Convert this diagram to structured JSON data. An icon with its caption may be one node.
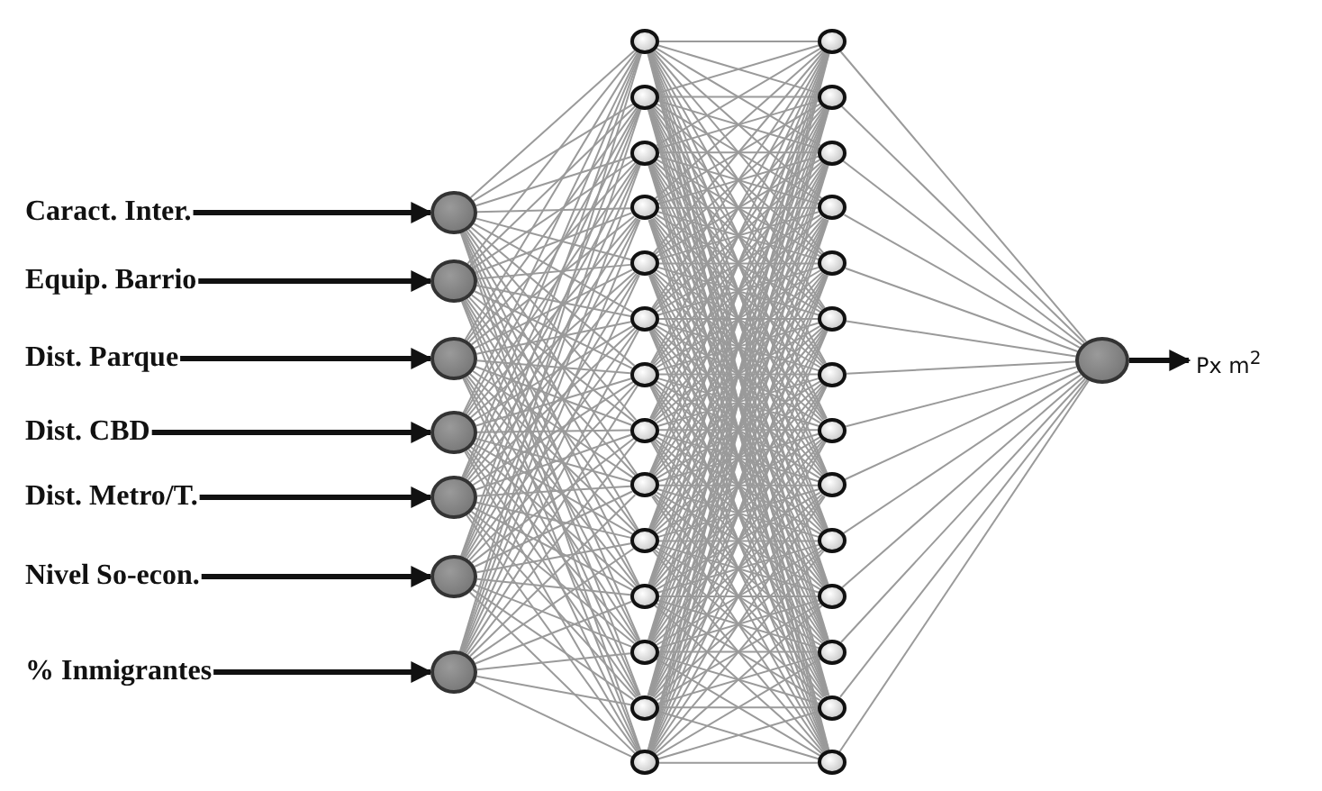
{
  "diagram": {
    "nodes": [
      {
        "text": [
          "Caract. Inter."
        ]
      },
      {
        "text": [
          "Equip. Barrio"
        ]
      },
      {
        "text": [
          "Dist. Parque"
        ]
      },
      {
        "text": [
          "Dist. CBD"
        ]
      },
      {
        "text": [
          "Dist. Metro/T."
        ]
      },
      {
        "text": [
          "Nivel So-econ."
        ]
      },
      {
        "text": [
          "% Inmigrantes"
        ]
      },
      {
        "text": [],
        "shape": "circle"
      },
      {
        "text": [],
        "shape": "circle"
      },
      {
        "text": [],
        "shape": "circle"
      },
      {
        "text": [],
        "shape": "circle"
      },
      {
        "text": [],
        "shape": "circle"
      },
      {
        "text": [],
        "shape": "circle"
      },
      {
        "text": [],
        "shape": "circle"
      },
      {
        "text": [],
        "shape": "circle"
      },
      {
        "text": [],
        "shape": "circle"
      },
      {
        "text": [],
        "shape": "circle"
      },
      {
        "text": [],
        "shape": "circle"
      },
      {
        "text": [],
        "shape": "circle"
      },
      {
        "text": [],
        "shape": "circle"
      },
      {
        "text": [],
        "shape": "circle"
      },
      {
        "text": [],
        "shape": "circle"
      },
      {
        "text": [],
        "shape": "circle"
      },
      {
        "text": [],
        "shape": "circle"
      },
      {
        "text": [],
        "shape": "circle"
      },
      {
        "text": [],
        "shape": "circle"
      },
      {
        "text": [],
        "shape": "circle"
      },
      {
        "text": [],
        "shape": "circle"
      },
      {
        "text": [],
        "shape": "circle"
      },
      {
        "text": [],
        "shape": "circle"
      },
      {
        "text": [],
        "shape": "circle"
      },
      {
        "text": [],
        "shape": "circle"
      },
      {
        "text": [],
        "shape": "circle"
      },
      {
        "text": [],
        "shape": "circle"
      },
      {
        "text": [],
        "shape": "circle"
      },
      {
        "text": [],
        "shape": "circle"
      },
      {
        "text": [],
        "shape": "circle"
      },
      {
        "text": [],
        "shape": "circle"
      },
      {
        "text": [],
        "shape": "circle"
      },
      {
        "text": [],
        "shape": "circle"
      },
      {
        "text": [],
        "shape": "circle"
      },
      {
        "text": [],
        "shape": "circle"
      },
      {
        "text": [],
        "shape": "circle"
      },
      {
        "text": [
          "Px m$^{2}$"
        ]
      }
    ],
    "edges": [
      {
        "from": 0,
        "to": 7,
        "arrow": "to",
        "style": "thick",
        "color": "#111111"
      },
      {
        "from": 1,
        "to": 8,
        "arrow": "to",
        "style": "thick",
        "color": "#111111"
      },
      {
        "from": 2,
        "to": 9,
        "arrow": "to",
        "style": "thick",
        "color": "#111111"
      },
      {
        "from": 3,
        "to": 10,
        "arrow": "to",
        "style": "thick",
        "color": "#111111"
      },
      {
        "from": 4,
        "to": 11,
        "arrow": "to",
        "style": "thick",
        "color": "#111111"
      },
      {
        "from": 5,
        "to": 12,
        "arrow": "to",
        "style": "thick",
        "color": "#111111"
      },
      {
        "from": 6,
        "to": 13,
        "arrow": "to",
        "style": "thick",
        "color": "#111111"
      },
      {
        "from": 7,
        "to": 14,
        "arrow": "none"
      },
      {
        "from": 7,
        "to": 15,
        "arrow": "none"
      },
      {
        "from": 7,
        "to": 16,
        "arrow": "none"
      },
      {
        "from": 7,
        "to": 17,
        "arrow": "none"
      },
      {
        "from": 7,
        "to": 18,
        "arrow": "none"
      },
      {
        "from": 7,
        "to": 19,
        "arrow": "none"
      },
      {
        "from": 7,
        "to": 20,
        "arrow": "none"
      },
      {
        "from": 7,
        "to": 21,
        "arrow": "none"
      },
      {
        "from": 7,
        "to": 22,
        "arrow": "none"
      },
      {
        "from": 7,
        "to": 23,
        "arrow": "none"
      },
      {
        "from": 7,
        "to": 24,
        "arrow": "none"
      },
      {
        "from": 7,
        "to": 25,
        "arrow": "none"
      },
      {
        "from": 7,
        "to": 26,
        "arrow": "none"
      },
      {
        "from": 7,
        "to": 27,
        "arrow": "none"
      },
      {
        "from": 8,
        "to": 14,
        "arrow": "none"
      },
      {
        "from": 8,
        "to": 15,
        "arrow": "none"
      },
      {
        "from": 8,
        "to": 16,
        "arrow": "none"
      },
      {
        "from": 8,
        "to": 17,
        "arrow": "none"
      },
      {
        "from": 8,
        "to": 18,
        "arrow": "none"
      },
      {
        "from": 8,
        "to": 19,
        "arrow": "none"
      },
      {
        "from": 8,
        "to": 20,
        "arrow": "none"
      },
      {
        "from": 8,
        "to": 21,
        "arrow": "none"
      },
      {
        "from": 8,
        "to": 22,
        "arrow": "none"
      },
      {
        "from": 8,
        "to": 23,
        "arrow": "none"
      },
      {
        "from": 8,
        "to": 24,
        "arrow": "none"
      },
      {
        "from": 8,
        "to": 25,
        "arrow": "none"
      },
      {
        "from": 8,
        "to": 26,
        "arrow": "none"
      },
      {
        "from": 8,
        "to": 27,
        "arrow": "none"
      },
      {
        "from": 9,
        "to": 14,
        "arrow": "none"
      },
      {
        "from": 9,
        "to": 15,
        "arrow": "none"
      },
      {
        "from": 9,
        "to": 16,
        "arrow": "none"
      },
      {
        "from": 9,
        "to": 17,
        "arrow": "none"
      },
      {
        "from": 9,
        "to": 18,
        "arrow": "none"
      },
      {
        "from": 9,
        "to": 19,
        "arrow": "none"
      },
      {
        "from": 9,
        "to": 20,
        "arrow": "none"
      },
      {
        "from": 9,
        "to": 21,
        "arrow": "none"
      },
      {
        "from": 9,
        "to": 22,
        "arrow": "none"
      },
      {
        "from": 9,
        "to": 23,
        "arrow": "none"
      },
      {
        "from": 9,
        "to": 24,
        "arrow": "none"
      },
      {
        "from": 9,
        "to": 25,
        "arrow": "none"
      },
      {
        "from": 9,
        "to": 26,
        "arrow": "none"
      },
      {
        "from": 9,
        "to": 27,
        "arrow": "none"
      },
      {
        "from": 10,
        "to": 14,
        "arrow": "none"
      },
      {
        "from": 10,
        "to": 15,
        "arrow": "none"
      },
      {
        "from": 10,
        "to": 16,
        "arrow": "none"
      },
      {
        "from": 10,
        "to": 17,
        "arrow": "none"
      },
      {
        "from": 10,
        "to": 18,
        "arrow": "none"
      },
      {
        "from": 10,
        "to": 19,
        "arrow": "none"
      },
      {
        "from": 10,
        "to": 20,
        "arrow": "none"
      },
      {
        "from": 10,
        "to": 21,
        "arrow": "none"
      },
      {
        "from": 10,
        "to": 22,
        "arrow": "none"
      },
      {
        "from": 10,
        "to": 23,
        "arrow": "none"
      },
      {
        "from": 10,
        "to": 24,
        "arrow": "none"
      },
      {
        "from": 10,
        "to": 25,
        "arrow": "none"
      },
      {
        "from": 10,
        "to": 26,
        "arrow": "none"
      },
      {
        "from": 10,
        "to": 27,
        "arrow": "none"
      },
      {
        "from": 11,
        "to": 14,
        "arrow": "none"
      },
      {
        "from": 11,
        "to": 15,
        "arrow": "none"
      },
      {
        "from": 11,
        "to": 16,
        "arrow": "none"
      },
      {
        "from": 11,
        "to": 17,
        "arrow": "none"
      },
      {
        "from": 11,
        "to": 18,
        "arrow": "none"
      },
      {
        "from": 11,
        "to": 19,
        "arrow": "none"
      },
      {
        "from": 11,
        "to": 20,
        "arrow": "none"
      },
      {
        "from": 11,
        "to": 21,
        "arrow": "none"
      },
      {
        "from": 11,
        "to": 22,
        "arrow": "none"
      },
      {
        "from": 11,
        "to": 23,
        "arrow": "none"
      },
      {
        "from": 11,
        "to": 24,
        "arrow": "none"
      },
      {
        "from": 11,
        "to": 25,
        "arrow": "none"
      },
      {
        "from": 11,
        "to": 26,
        "arrow": "none"
      },
      {
        "from": 11,
        "to": 27,
        "arrow": "none"
      },
      {
        "from": 12,
        "to": 14,
        "arrow": "none"
      },
      {
        "from": 12,
        "to": 15,
        "arrow": "none"
      },
      {
        "from": 12,
        "to": 16,
        "arrow": "none"
      },
      {
        "from": 12,
        "to": 17,
        "arrow": "none"
      },
      {
        "from": 12,
        "to": 18,
        "arrow": "none"
      },
      {
        "from": 12,
        "to": 19,
        "arrow": "none"
      },
      {
        "from": 12,
        "to": 20,
        "arrow": "none"
      },
      {
        "from": 12,
        "to": 21,
        "arrow": "none"
      },
      {
        "from": 12,
        "to": 22,
        "arrow": "none"
      },
      {
        "from": 12,
        "to": 23,
        "arrow": "none"
      },
      {
        "from": 12,
        "to": 24,
        "arrow": "none"
      },
      {
        "from": 12,
        "to": 25,
        "arrow": "none"
      },
      {
        "from": 12,
        "to": 26,
        "arrow": "none"
      },
      {
        "from": 12,
        "to": 27,
        "arrow": "none"
      },
      {
        "from": 13,
        "to": 14,
        "arrow": "none"
      },
      {
        "from": 13,
        "to": 15,
        "arrow": "none"
      },
      {
        "from": 13,
        "to": 16,
        "arrow": "none"
      },
      {
        "from": 13,
        "to": 17,
        "arrow": "none"
      },
      {
        "from": 13,
        "to": 18,
        "arrow": "none"
      },
      {
        "from": 13,
        "to": 19,
        "arrow": "none"
      },
      {
        "from": 13,
        "to": 20,
        "arrow": "none"
      },
      {
        "from": 13,
        "to": 21,
        "arrow": "none"
      },
      {
        "from": 13,
        "to": 22,
        "arrow": "none"
      },
      {
        "from": 13,
        "to": 23,
        "arrow": "none"
      },
      {
        "from": 13,
        "to": 24,
        "arrow": "none"
      },
      {
        "from": 13,
        "to": 25,
        "arrow": "none"
      },
      {
        "from": 13,
        "to": 26,
        "arrow": "none"
      },
      {
        "from": 13,
        "to": 27,
        "arrow": "none"
      },
      {
        "from": 14,
        "to": 28,
        "arrow": "none"
      },
      {
        "from": 14,
        "to": 29,
        "arrow": "none"
      },
      {
        "from": 14,
        "to": 30,
        "arrow": "none"
      },
      {
        "from": 14,
        "to": 31,
        "arrow": "none"
      },
      {
        "from": 14,
        "to": 32,
        "arrow": "none"
      },
      {
        "from": 14,
        "to": 33,
        "arrow": "none"
      },
      {
        "from": 14,
        "to": 34,
        "arrow": "none"
      },
      {
        "from": 14,
        "to": 35,
        "arrow": "none"
      },
      {
        "from": 14,
        "to": 36,
        "arrow": "none"
      },
      {
        "from": 14,
        "to": 37,
        "arrow": "none"
      },
      {
        "from": 14,
        "to": 38,
        "arrow": "none"
      },
      {
        "from": 14,
        "to": 39,
        "arrow": "none"
      },
      {
        "from": 14,
        "to": 40,
        "arrow": "none"
      },
      {
        "from": 14,
        "to": 41,
        "arrow": "none"
      },
      {
        "from": 15,
        "to": 28,
        "arrow": "none"
      },
      {
        "from": 15,
        "to": 29,
        "arrow": "none"
      },
      {
        "from": 15,
        "to": 30,
        "arrow": "none"
      },
      {
        "from": 15,
        "to": 31,
        "arrow": "none"
      },
      {
        "from": 15,
        "to": 32,
        "arrow": "none"
      },
      {
        "from": 15,
        "to": 33,
        "arrow": "none"
      },
      {
        "from": 15,
        "to": 34,
        "arrow": "none"
      },
      {
        "from": 15,
        "to": 35,
        "arrow": "none"
      },
      {
        "from": 15,
        "to": 36,
        "arrow": "none"
      },
      {
        "from": 15,
        "to": 37,
        "arrow": "none"
      },
      {
        "from": 15,
        "to": 38,
        "arrow": "none"
      },
      {
        "from": 15,
        "to": 39,
        "arrow": "none"
      },
      {
        "from": 15,
        "to": 40,
        "arrow": "none"
      },
      {
        "from": 15,
        "to": 41,
        "arrow": "none"
      },
      {
        "from": 16,
        "to": 28,
        "arrow": "none"
      },
      {
        "from": 16,
        "to": 29,
        "arrow": "none"
      },
      {
        "from": 16,
        "to": 30,
        "arrow": "none"
      },
      {
        "from": 16,
        "to": 31,
        "arrow": "none"
      },
      {
        "from": 16,
        "to": 32,
        "arrow": "none"
      },
      {
        "from": 16,
        "to": 33,
        "arrow": "none"
      },
      {
        "from": 16,
        "to": 34,
        "arrow": "none"
      },
      {
        "from": 16,
        "to": 35,
        "arrow": "none"
      },
      {
        "from": 16,
        "to": 36,
        "arrow": "none"
      },
      {
        "from": 16,
        "to": 37,
        "arrow": "none"
      },
      {
        "from": 16,
        "to": 38,
        "arrow": "none"
      },
      {
        "from": 16,
        "to": 39,
        "arrow": "none"
      },
      {
        "from": 16,
        "to": 40,
        "arrow": "none"
      },
      {
        "from": 16,
        "to": 41,
        "arrow": "none"
      },
      {
        "from": 17,
        "to": 28,
        "arrow": "none"
      },
      {
        "from": 17,
        "to": 29,
        "arrow": "none"
      },
      {
        "from": 17,
        "to": 30,
        "arrow": "none"
      },
      {
        "from": 17,
        "to": 31,
        "arrow": "none"
      },
      {
        "from": 17,
        "to": 32,
        "arrow": "none"
      },
      {
        "from": 17,
        "to": 33,
        "arrow": "none"
      },
      {
        "from": 17,
        "to": 34,
        "arrow": "none"
      },
      {
        "from": 17,
        "to": 35,
        "arrow": "none"
      },
      {
        "from": 17,
        "to": 36,
        "arrow": "none"
      },
      {
        "from": 17,
        "to": 37,
        "arrow": "none"
      },
      {
        "from": 17,
        "to": 38,
        "arrow": "none"
      },
      {
        "from": 17,
        "to": 39,
        "arrow": "none"
      },
      {
        "from": 17,
        "to": 40,
        "arrow": "none"
      },
      {
        "from": 17,
        "to": 41,
        "arrow": "none"
      },
      {
        "from": 18,
        "to": 28,
        "arrow": "none"
      },
      {
        "from": 18,
        "to": 29,
        "arrow": "none"
      },
      {
        "from": 18,
        "to": 30,
        "arrow": "none"
      },
      {
        "from": 18,
        "to": 31,
        "arrow": "none"
      },
      {
        "from": 18,
        "to": 32,
        "arrow": "none"
      },
      {
        "from": 18,
        "to": 33,
        "arrow": "none"
      },
      {
        "from": 18,
        "to": 34,
        "arrow": "none"
      },
      {
        "from": 18,
        "to": 35,
        "arrow": "none"
      },
      {
        "from": 18,
        "to": 36,
        "arrow": "none"
      },
      {
        "from": 18,
        "to": 37,
        "arrow": "none"
      },
      {
        "from": 18,
        "to": 38,
        "arrow": "none"
      },
      {
        "from": 18,
        "to": 39,
        "arrow": "none"
      },
      {
        "from": 18,
        "to": 40,
        "arrow": "none"
      },
      {
        "from": 18,
        "to": 41,
        "arrow": "none"
      },
      {
        "from": 19,
        "to": 28,
        "arrow": "none"
      },
      {
        "from": 19,
        "to": 29,
        "arrow": "none"
      },
      {
        "from": 19,
        "to": 30,
        "arrow": "none"
      },
      {
        "from": 19,
        "to": 31,
        "arrow": "none"
      },
      {
        "from": 19,
        "to": 32,
        "arrow": "none"
      },
      {
        "from": 19,
        "to": 33,
        "arrow": "none"
      },
      {
        "from": 19,
        "to": 34,
        "arrow": "none"
      },
      {
        "from": 19,
        "to": 35,
        "arrow": "none"
      },
      {
        "from": 19,
        "to": 36,
        "arrow": "none"
      },
      {
        "from": 19,
        "to": 37,
        "arrow": "none"
      },
      {
        "from": 19,
        "to": 38,
        "arrow": "none"
      },
      {
        "from": 19,
        "to": 39,
        "arrow": "none"
      },
      {
        "from": 19,
        "to": 40,
        "arrow": "none"
      },
      {
        "from": 19,
        "to": 41,
        "arrow": "none"
      },
      {
        "from": 20,
        "to": 28,
        "arrow": "none"
      },
      {
        "from": 20,
        "to": 29,
        "arrow": "none"
      },
      {
        "from": 20,
        "to": 30,
        "arrow": "none"
      },
      {
        "from": 20,
        "to": 31,
        "arrow": "none"
      },
      {
        "from": 20,
        "to": 32,
        "arrow": "none"
      },
      {
        "from": 20,
        "to": 33,
        "arrow": "none"
      },
      {
        "from": 20,
        "to": 34,
        "arrow": "none"
      },
      {
        "from": 20,
        "to": 35,
        "arrow": "none"
      },
      {
        "from": 20,
        "to": 36,
        "arrow": "none"
      },
      {
        "from": 20,
        "to": 37,
        "arrow": "none"
      },
      {
        "from": 20,
        "to": 38,
        "arrow": "none"
      },
      {
        "from": 20,
        "to": 39,
        "arrow": "none"
      },
      {
        "from": 20,
        "to": 40,
        "arrow": "none"
      },
      {
        "from": 20,
        "to": 41,
        "arrow": "none"
      },
      {
        "from": 21,
        "to": 28,
        "arrow": "none"
      },
      {
        "from": 21,
        "to": 29,
        "arrow": "none"
      },
      {
        "from": 21,
        "to": 30,
        "arrow": "none"
      },
      {
        "from": 21,
        "to": 31,
        "arrow": "none"
      },
      {
        "from": 21,
        "to": 32,
        "arrow": "none"
      },
      {
        "from": 21,
        "to": 33,
        "arrow": "none"
      },
      {
        "from": 21,
        "to": 34,
        "arrow": "none"
      },
      {
        "from": 21,
        "to": 35,
        "arrow": "none"
      },
      {
        "from": 21,
        "to": 36,
        "arrow": "none"
      },
      {
        "from": 21,
        "to": 37,
        "arrow": "none"
      },
      {
        "from": 21,
        "to": 38,
        "arrow": "none"
      },
      {
        "from": 21,
        "to": 39,
        "arrow": "none"
      },
      {
        "from": 21,
        "to": 40,
        "arrow": "none"
      },
      {
        "from": 21,
        "to": 41,
        "arrow": "none"
      },
      {
        "from": 22,
        "to": 28,
        "arrow": "none"
      },
      {
        "from": 22,
        "to": 29,
        "arrow": "none"
      },
      {
        "from": 22,
        "to": 30,
        "arrow": "none"
      },
      {
        "from": 22,
        "to": 31,
        "arrow": "none"
      },
      {
        "from": 22,
        "to": 32,
        "arrow": "none"
      },
      {
        "from": 22,
        "to": 33,
        "arrow": "none"
      },
      {
        "from": 22,
        "to": 34,
        "arrow": "none"
      },
      {
        "from": 22,
        "to": 35,
        "arrow": "none"
      },
      {
        "from": 22,
        "to": 36,
        "arrow": "none"
      },
      {
        "from": 22,
        "to": 37,
        "arrow": "none"
      },
      {
        "from": 22,
        "to": 38,
        "arrow": "none"
      },
      {
        "from": 22,
        "to": 39,
        "arrow": "none"
      },
      {
        "from": 22,
        "to": 40,
        "arrow": "none"
      },
      {
        "from": 22,
        "to": 41,
        "arrow": "none"
      },
      {
        "from": 23,
        "to": 28,
        "arrow": "none"
      },
      {
        "from": 23,
        "to": 29,
        "arrow": "none"
      },
      {
        "from": 23,
        "to": 30,
        "arrow": "none"
      },
      {
        "from": 23,
        "to": 31,
        "arrow": "none"
      },
      {
        "from": 23,
        "to": 32,
        "arrow": "none"
      },
      {
        "from": 23,
        "to": 33,
        "arrow": "none"
      },
      {
        "from": 23,
        "to": 34,
        "arrow": "none"
      },
      {
        "from": 23,
        "to": 35,
        "arrow": "none"
      },
      {
        "from": 23,
        "to": 36,
        "arrow": "none"
      },
      {
        "from": 23,
        "to": 37,
        "arrow": "none"
      },
      {
        "from": 23,
        "to": 38,
        "arrow": "none"
      },
      {
        "from": 23,
        "to": 39,
        "arrow": "none"
      },
      {
        "from": 23,
        "to": 40,
        "arrow": "none"
      },
      {
        "from": 23,
        "to": 41,
        "arrow": "none"
      },
      {
        "from": 24,
        "to": 28,
        "arrow": "none"
      },
      {
        "from": 24,
        "to": 29,
        "arrow": "none"
      },
      {
        "from": 24,
        "to": 30,
        "arrow": "none"
      },
      {
        "from": 24,
        "to": 31,
        "arrow": "none"
      },
      {
        "from": 24,
        "to": 32,
        "arrow": "none"
      },
      {
        "from": 24,
        "to": 33,
        "arrow": "none"
      },
      {
        "from": 24,
        "to": 34,
        "arrow": "none"
      },
      {
        "from": 24,
        "to": 35,
        "arrow": "none"
      },
      {
        "from": 24,
        "to": 36,
        "arrow": "none"
      },
      {
        "from": 24,
        "to": 37,
        "arrow": "none"
      },
      {
        "from": 24,
        "to": 38,
        "arrow": "none"
      },
      {
        "from": 24,
        "to": 39,
        "arrow": "none"
      },
      {
        "from": 24,
        "to": 40,
        "arrow": "none"
      },
      {
        "from": 24,
        "to": 41,
        "arrow": "none"
      },
      {
        "from": 25,
        "to": 28,
        "arrow": "none"
      },
      {
        "from": 25,
        "to": 29,
        "arrow": "none"
      },
      {
        "from": 25,
        "to": 30,
        "arrow": "none"
      },
      {
        "from": 25,
        "to": 31,
        "arrow": "none"
      },
      {
        "from": 25,
        "to": 32,
        "arrow": "none"
      },
      {
        "from": 25,
        "to": 33,
        "arrow": "none"
      },
      {
        "from": 25,
        "to": 34,
        "arrow": "none"
      },
      {
        "from": 25,
        "to": 35,
        "arrow": "none"
      },
      {
        "from": 25,
        "to": 36,
        "arrow": "none"
      },
      {
        "from": 25,
        "to": 37,
        "arrow": "none"
      },
      {
        "from": 25,
        "to": 38,
        "arrow": "none"
      },
      {
        "from": 25,
        "to": 39,
        "arrow": "none"
      },
      {
        "from": 25,
        "to": 40,
        "arrow": "none"
      },
      {
        "from": 25,
        "to": 41,
        "arrow": "none"
      },
      {
        "from": 26,
        "to": 28,
        "arrow": "none"
      },
      {
        "from": 26,
        "to": 29,
        "arrow": "none"
      },
      {
        "from": 26,
        "to": 30,
        "arrow": "none"
      },
      {
        "from": 26,
        "to": 31,
        "arrow": "none"
      },
      {
        "from": 26,
        "to": 32,
        "arrow": "none"
      },
      {
        "from": 26,
        "to": 33,
        "arrow": "none"
      },
      {
        "from": 26,
        "to": 34,
        "arrow": "none"
      },
      {
        "from": 26,
        "to": 35,
        "arrow": "none"
      },
      {
        "from": 26,
        "to": 36,
        "arrow": "none"
      },
      {
        "from": 26,
        "to": 37,
        "arrow": "none"
      },
      {
        "from": 26,
        "to": 38,
        "arrow": "none"
      },
      {
        "from": 26,
        "to": 39,
        "arrow": "none"
      },
      {
        "from": 26,
        "to": 40,
        "arrow": "none"
      },
      {
        "from": 26,
        "to": 41,
        "arrow": "none"
      },
      {
        "from": 27,
        "to": 28,
        "arrow": "none"
      },
      {
        "from": 27,
        "to": 29,
        "arrow": "none"
      },
      {
        "from": 27,
        "to": 30,
        "arrow": "none"
      },
      {
        "from": 27,
        "to": 31,
        "arrow": "none"
      },
      {
        "from": 27,
        "to": 32,
        "arrow": "none"
      },
      {
        "from": 27,
        "to": 33,
        "arrow": "none"
      },
      {
        "from": 27,
        "to": 34,
        "arrow": "none"
      },
      {
        "from": 27,
        "to": 35,
        "arrow": "none"
      },
      {
        "from": 27,
        "to": 36,
        "arrow": "none"
      },
      {
        "from": 27,
        "to": 37,
        "arrow": "none"
      },
      {
        "from": 27,
        "to": 38,
        "arrow": "none"
      },
      {
        "from": 27,
        "to": 39,
        "arrow": "none"
      },
      {
        "from": 27,
        "to": 40,
        "arrow": "none"
      },
      {
        "from": 27,
        "to": 41,
        "arrow": "none"
      },
      {
        "from": 28,
        "to": 42,
        "arrow": "none"
      },
      {
        "from": 29,
        "to": 42,
        "arrow": "none"
      },
      {
        "from": 30,
        "to": 42,
        "arrow": "none"
      },
      {
        "from": 31,
        "to": 42,
        "arrow": "none"
      },
      {
        "from": 32,
        "to": 42,
        "arrow": "none"
      },
      {
        "from": 33,
        "to": 42,
        "arrow": "none"
      },
      {
        "from": 34,
        "to": 42,
        "arrow": "none"
      },
      {
        "from": 35,
        "to": 42,
        "arrow": "none"
      },
      {
        "from": 36,
        "to": 42,
        "arrow": "none"
      },
      {
        "from": 37,
        "to": 42,
        "arrow": "none"
      },
      {
        "from": 38,
        "to": 42,
        "arrow": "none"
      },
      {
        "from": 39,
        "to": 42,
        "arrow": "none"
      },
      {
        "from": 40,
        "to": 42,
        "arrow": "none"
      },
      {
        "from": 41,
        "to": 42,
        "arrow": "none"
      },
      {
        "from": 42,
        "to": 43,
        "arrow": "to",
        "style": "thick",
        "color": "#111111"
      }
    ]
  }
}
